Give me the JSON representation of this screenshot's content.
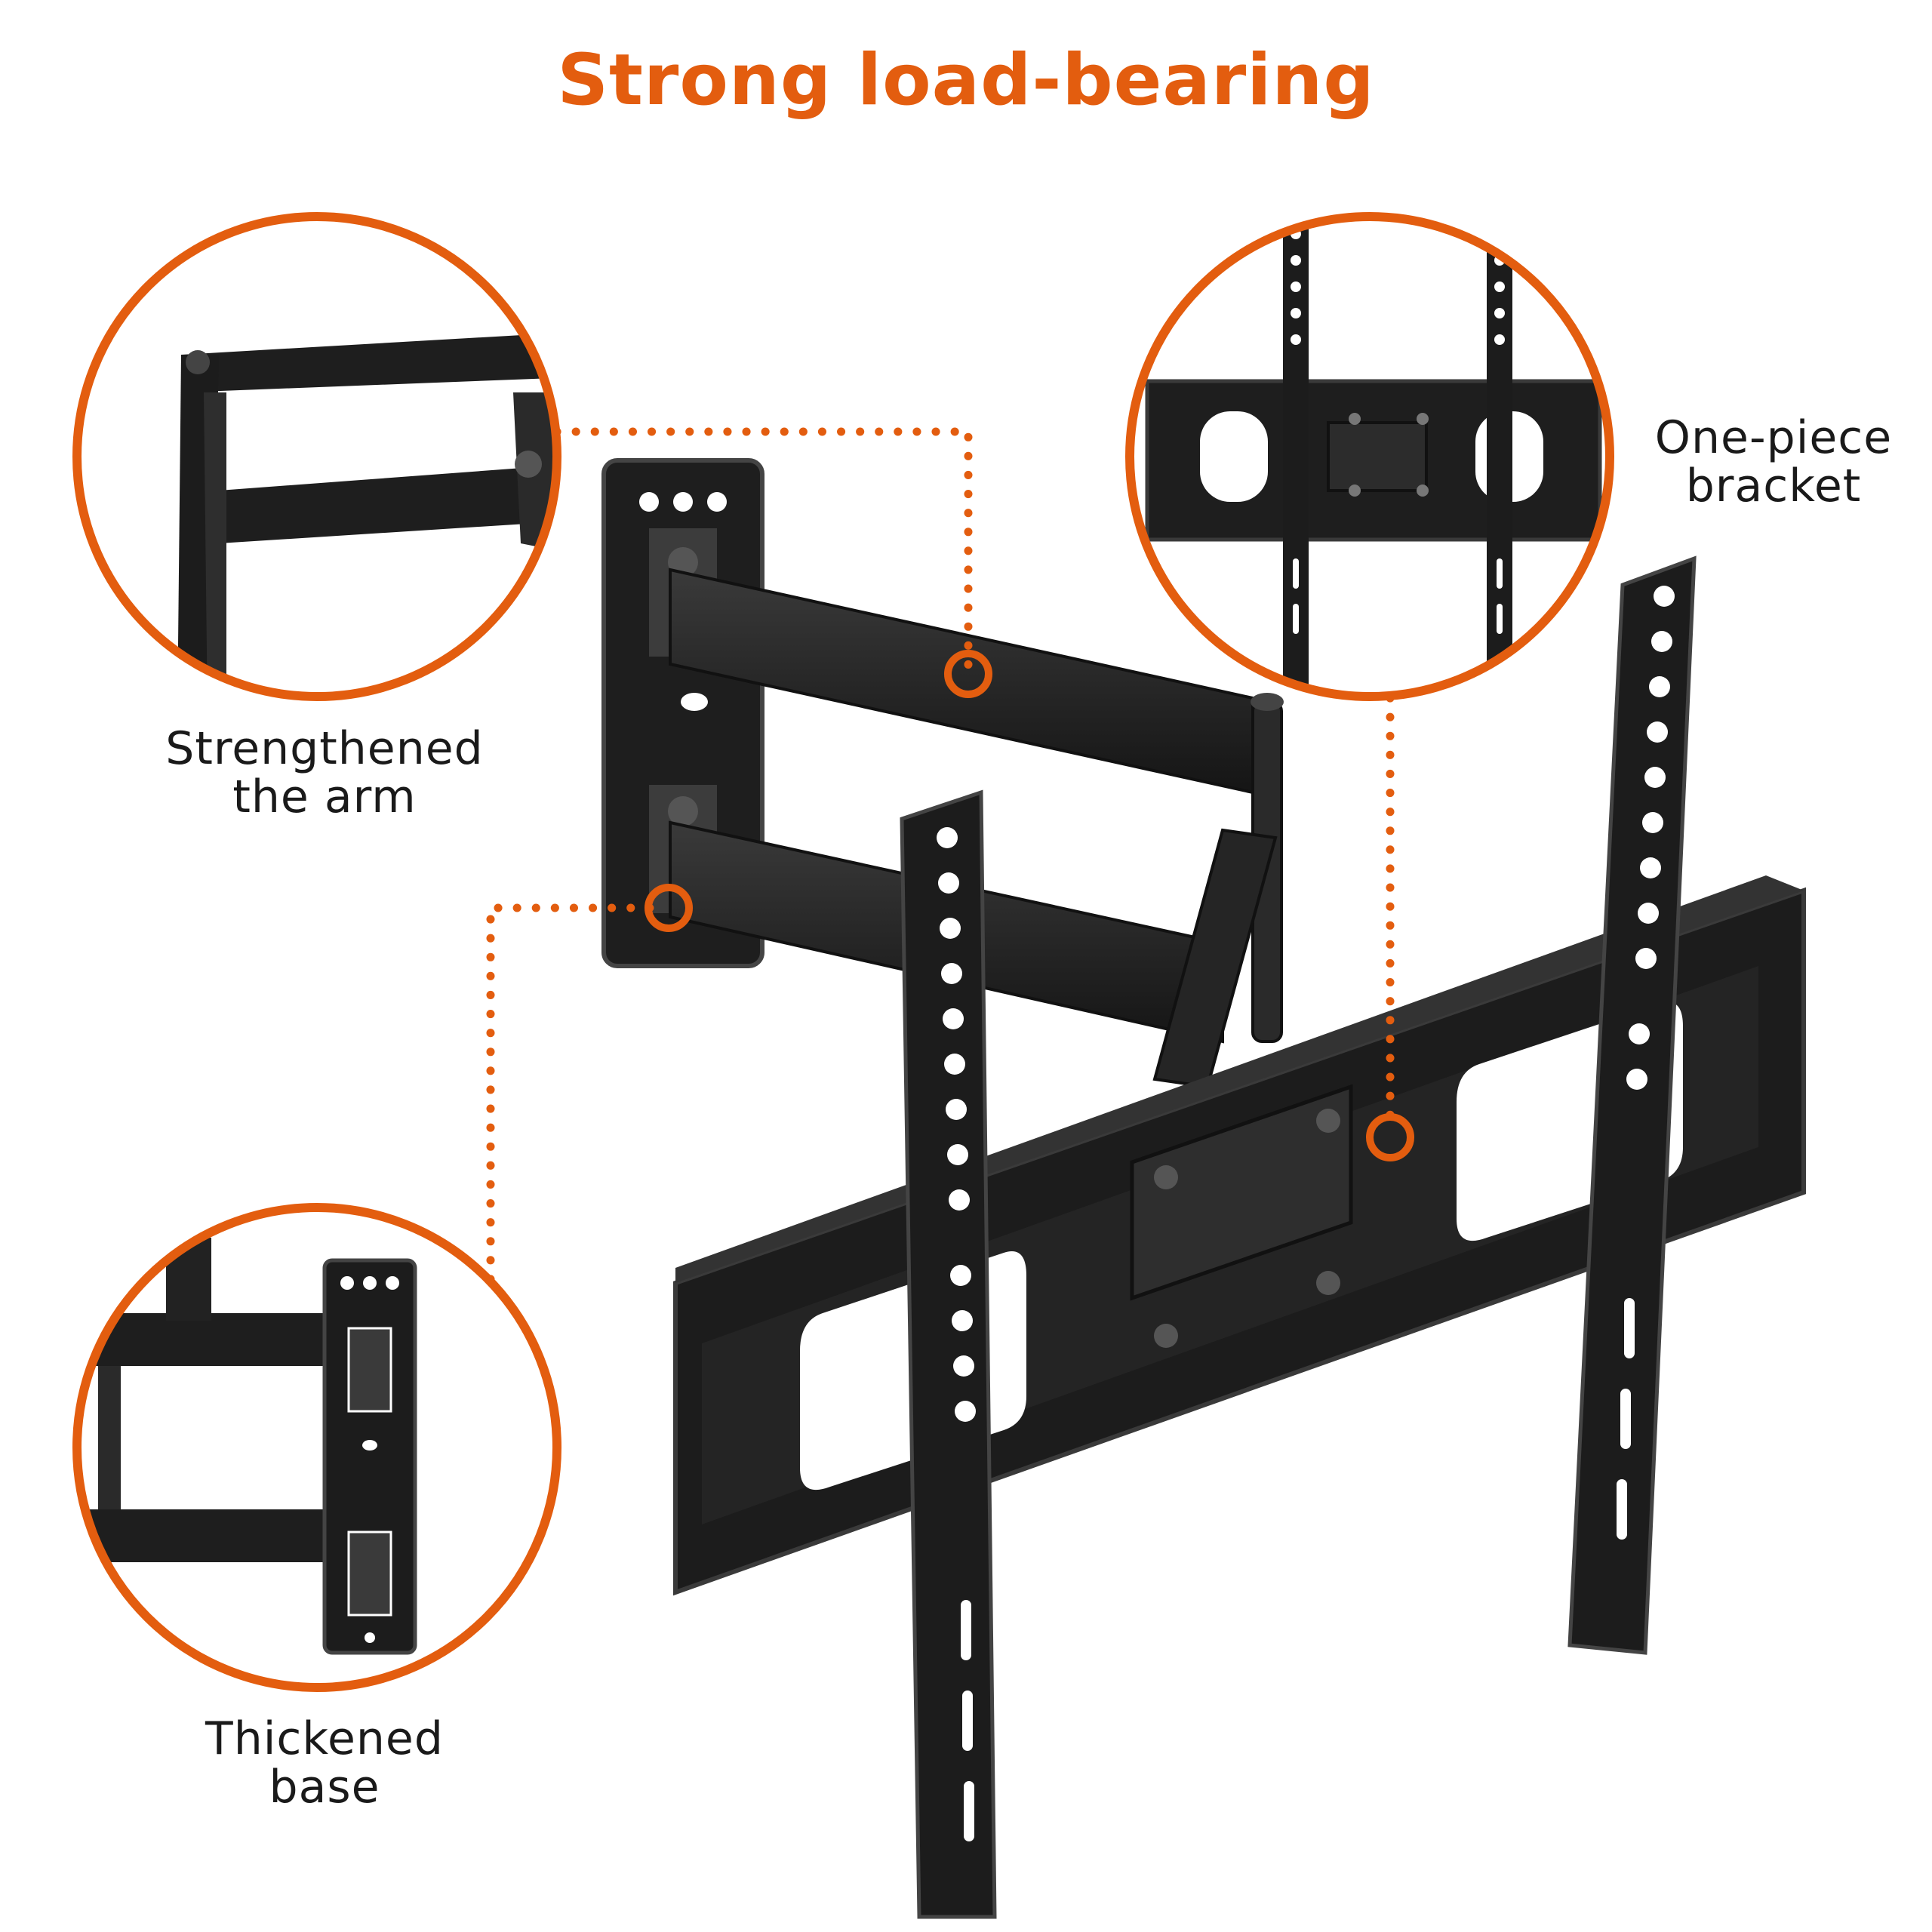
{
  "title": "Strong load-bearing",
  "accent_color": "#e35d0f",
  "product_color": "#222222",
  "callouts": [
    {
      "name": "arm",
      "icon": "strengthened-arm-detail-icon",
      "lines": [
        "Strengthened",
        "the arm"
      ]
    },
    {
      "name": "bracket",
      "icon": "one-piece-bracket-detail-icon",
      "lines": [
        "One-piece",
        "bracket"
      ]
    },
    {
      "name": "base",
      "icon": "thickened-base-detail-icon",
      "lines": [
        "Thickened",
        "base"
      ]
    }
  ]
}
